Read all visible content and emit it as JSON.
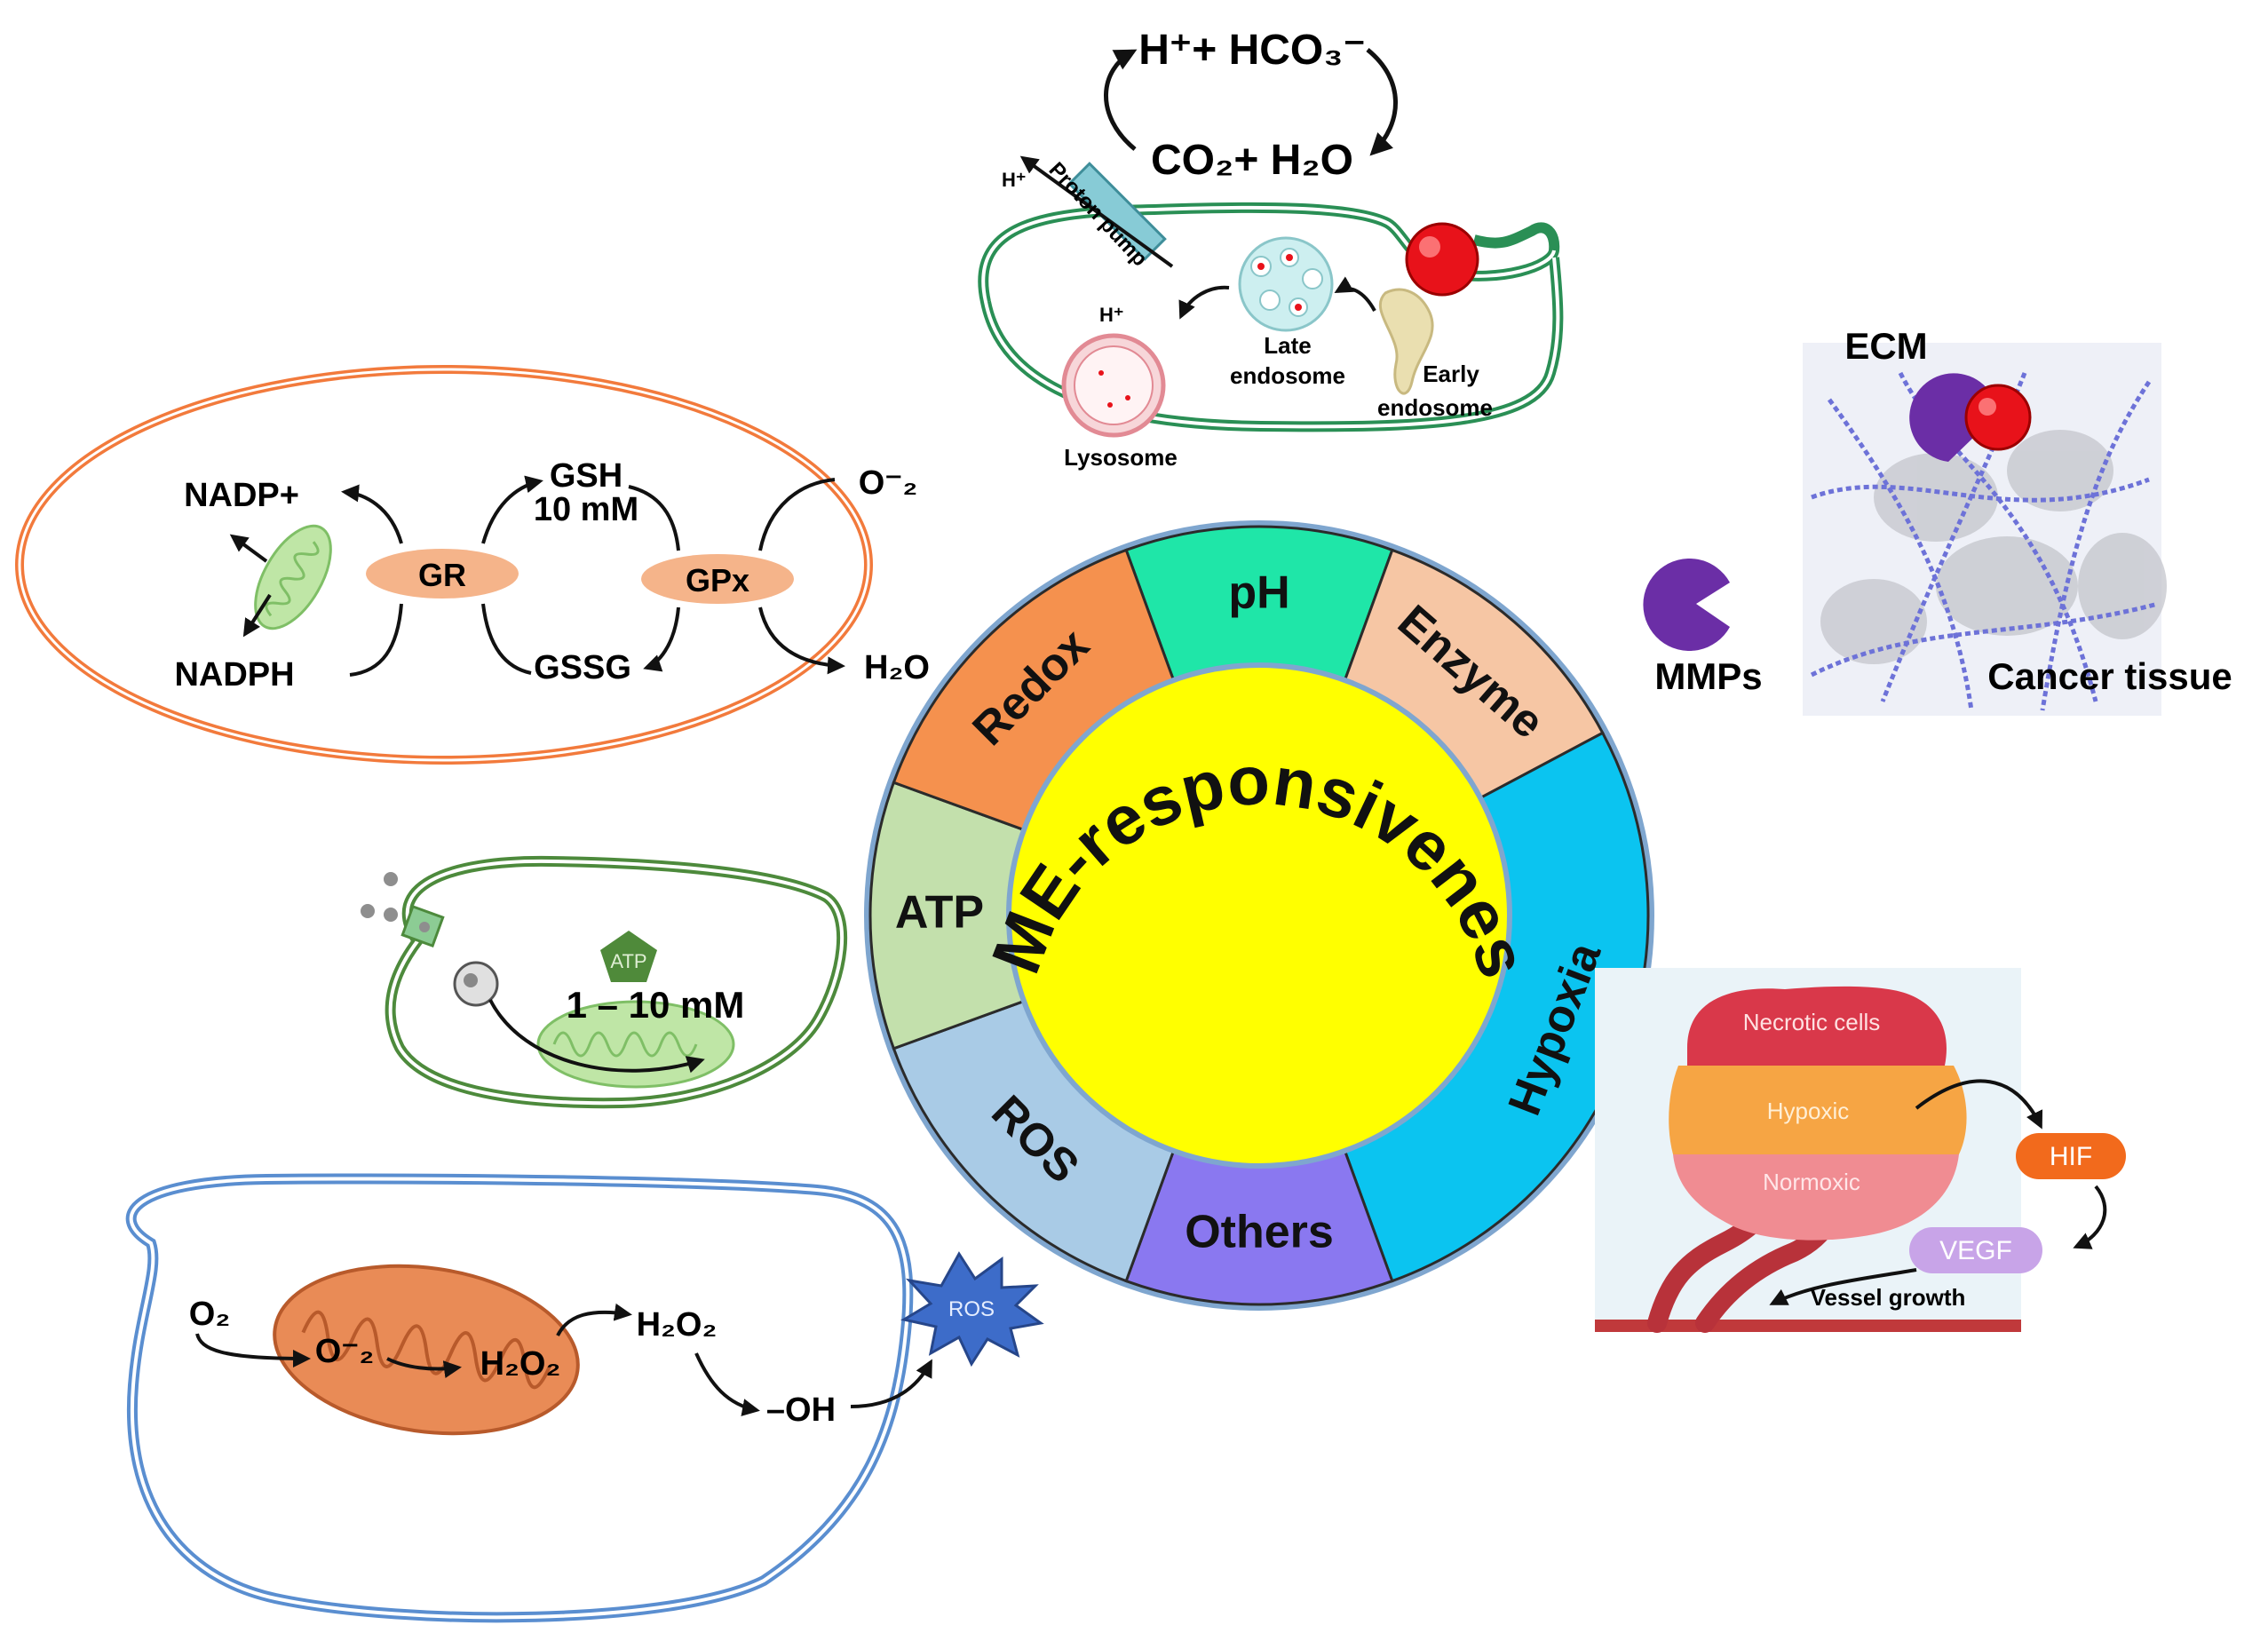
{
  "center": {
    "title": "TME-responsiveness",
    "segments": [
      {
        "label": "pH",
        "color": "#1fe6a8"
      },
      {
        "label": "Enzyme",
        "color": "#f6c6a4"
      },
      {
        "label": "Hypoxia",
        "color": "#0bc4f0"
      },
      {
        "label": "Others",
        "color": "#8a78f0"
      },
      {
        "label": "ROS",
        "color": "#a9cbe6"
      },
      {
        "label": "ATP",
        "color": "#c3e0ac"
      },
      {
        "label": "Redox",
        "color": "#f5914e"
      }
    ],
    "core_color": "#ffff00"
  },
  "ph_panel": {
    "top_eq": "H⁺+ HCO₃⁻",
    "bottom_eq": "CO₂+ H₂O",
    "proton_pump": "Proton pump",
    "h_out": "H⁺",
    "h_in": "H⁺",
    "late_endosome_1": "Late",
    "late_endosome_2": "endosome",
    "early_endosome_1": "Early",
    "early_endosome_2": "endosome",
    "lysosome": "Lysosome"
  },
  "redox_panel": {
    "nadp": "NADP+",
    "nadph": "NADPH",
    "gr": "GR",
    "gsh_1": "GSH",
    "gsh_2": "10 mM",
    "gssg": "GSSG",
    "gpx": "GPx",
    "o2": "O⁻₂",
    "h2o": "H₂O"
  },
  "atp_panel": {
    "atp_badge": "ATP",
    "concentration": "1 – 10 mM"
  },
  "ros_panel": {
    "o2": "O₂",
    "superoxide": "O⁻₂",
    "h2o2_in": "H₂O₂",
    "h2o2_out": "H₂O₂",
    "oh": "–OH",
    "ros_burst": "ROS"
  },
  "enzyme_panel": {
    "ecm": "ECM",
    "mmps": "MMPs",
    "cancer_tissue": "Cancer tissue"
  },
  "hypoxia_panel": {
    "necrotic": "Necrotic cells",
    "hypoxic": "Hypoxic",
    "normoxic": "Normoxic",
    "hif": "HIF",
    "vegf": "VEGF",
    "vessel_growth": "Vessel growth"
  }
}
